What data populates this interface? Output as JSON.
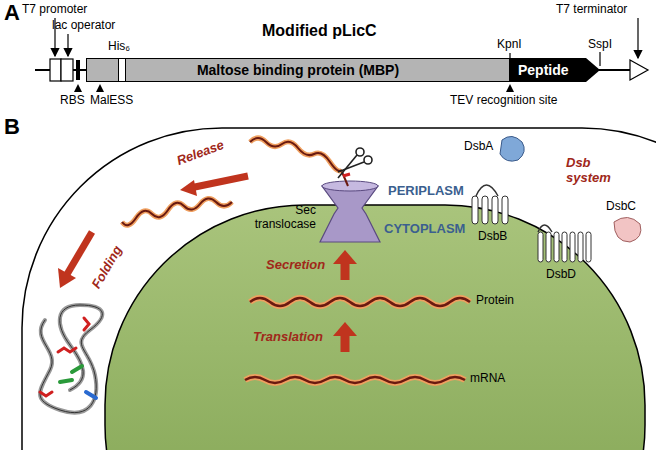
{
  "diagram": {
    "nodes": [
      {
        "text": [
          "Maltose binding protein (MBP)"
        ]
      },
      {
        "text": [
          "Peptide"
        ]
      }
    ],
    "labels": [
      "A",
      "T7 promoter",
      "lac operator",
      "Modified pLicC",
      "His₆",
      "KpnI",
      "SspI",
      "T7 terminator",
      "RBS",
      "MalESS",
      "TEV recognition site",
      "B",
      "PERIPLASM",
      "CYTOPLASM",
      "Sec translocase",
      "Release",
      "Folding",
      "Secretion",
      "Translation",
      "Protein",
      "mRNA",
      "DsbA",
      "DsbB",
      "Dsb system",
      "DsbC",
      "DsbD"
    ]
  }
}
